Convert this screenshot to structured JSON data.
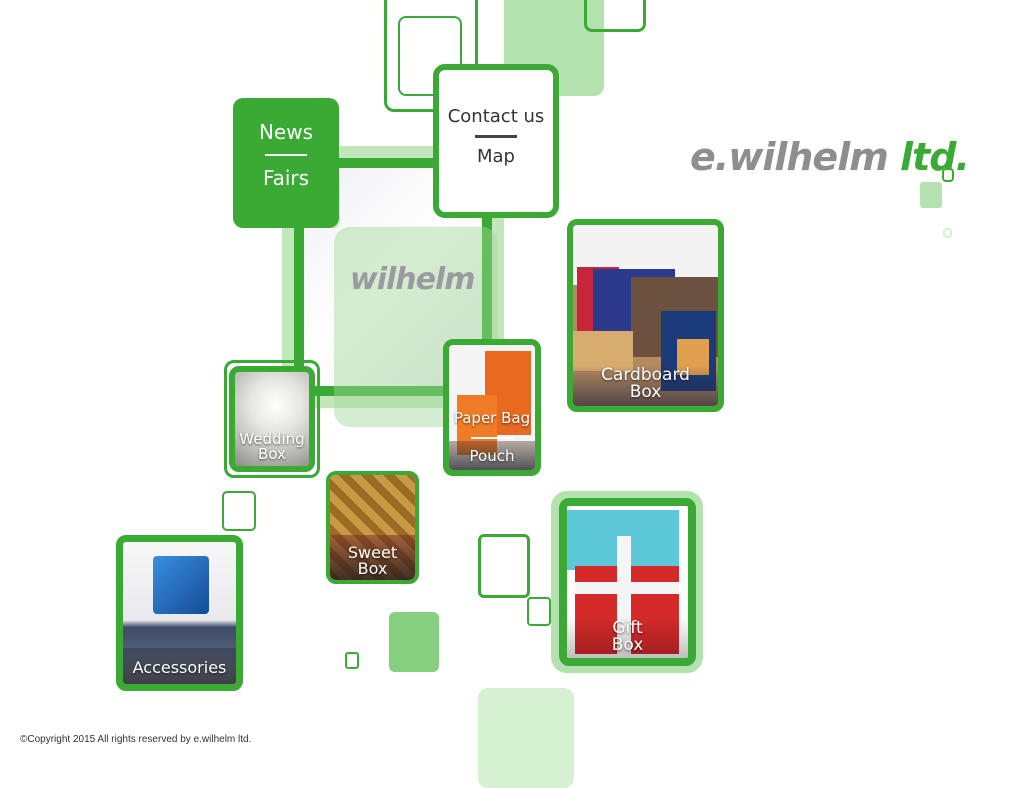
{
  "nav": {
    "news": "News",
    "fairs": "Fairs",
    "contact": "Contact us",
    "map": "Map"
  },
  "brand": {
    "logo_text_grey": "e.wilhelm",
    "logo_text_green": "ltd.",
    "center_logo": "wilhelm"
  },
  "products": {
    "cardboard": "Cardboard Box",
    "wedding": "Wedding Box",
    "paper_bag": "Paper Bag",
    "pouch": "Pouch",
    "sweet": "Sweet Box",
    "gift": "Gift Box",
    "accessories": "Accessories"
  },
  "footer": {
    "copyright": "©Copyright 2015 All rights reserved by e.wilhelm ltd."
  },
  "colors": {
    "accent": "#3aaa35",
    "accent_light": "#b6e3b0",
    "grey_logo": "#8e8e8e"
  }
}
